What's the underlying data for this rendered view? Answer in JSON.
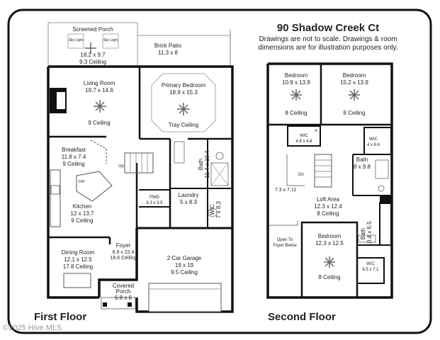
{
  "address": "90 Shadow Creek Ct",
  "disclaimer": [
    "Drawings are not to scale. Drawings & room",
    "dimensions are for illustration purposes only."
  ],
  "floor_labels": {
    "first": "First Floor",
    "second": "Second Floor"
  },
  "copyright": "©2025 Hive MLS",
  "first_floor": {
    "screened_porch": {
      "name": "Screened Porch",
      "dims": "18.2 x 9.7",
      "ceiling": "9.3 Ceiling",
      "skylight": "Sky Light"
    },
    "brick_patio": {
      "name": "Brick Patio",
      "dims": "11.3 x 8"
    },
    "living_room": {
      "name": "Living Room",
      "dims": "19.7 x 14.6",
      "ceiling": "9 Ceiling"
    },
    "primary_bedroom": {
      "name": "Primary Bedroom",
      "dims": "18.9 x 15.3",
      "ceiling": "Tray Ceiling"
    },
    "breakfast": {
      "name": "Breakfast",
      "dims": "11.8 x 7.4",
      "ceiling": "9 Ceiling"
    },
    "stair_up": "Up",
    "bath": {
      "name": "Bath",
      "dims": "11.4 x 10.4"
    },
    "dw": "DW",
    "pwd": {
      "name": "PWD",
      "dims": "6.3 x 3.5"
    },
    "laundry": {
      "name": "Laundry",
      "dims": "5 x 8.3"
    },
    "wic": {
      "name": "WIC",
      "dims": "7 x 8.3"
    },
    "kitchen": {
      "name": "Kitchen",
      "dims": "12 x 13.7",
      "ceiling": "9 Ceiling"
    },
    "foyer": {
      "name": "Foyer",
      "dims": "6.9 x 22.4",
      "ceiling": "18.6 Ceiling"
    },
    "dining_room": {
      "name": "Dining Room",
      "dims": "12.1 x 12.5",
      "ceiling": "17.8 Ceiling"
    },
    "garage": {
      "name": "2 Car Garage",
      "dims": "19 x 19",
      "ceiling": "9.5 Ceiling"
    },
    "covered_porch": {
      "name": "Covered Porch",
      "dims": "6.8 x 6"
    }
  },
  "second_floor": {
    "bedroom_left": {
      "name": "Bedroom",
      "dims": "10.9 x 13.9",
      "ceiling": "8 Ceiling"
    },
    "bedroom_right": {
      "name": "Bedroom",
      "dims": "15.2 x 13.9",
      "ceiling": "8 Ceiling"
    },
    "wic_center": {
      "name": "WIC",
      "dims": "4.8 x 4.8"
    },
    "marker_a": "A",
    "wic_right": {
      "name": "WIC",
      "dims": "4 x 6.6"
    },
    "bath_right": {
      "name": "Bath",
      "dims": "8 x 9.8"
    },
    "stair_down": "Dn",
    "open_dims": "7.3 x 7.11",
    "loft": {
      "name": "Loft Area",
      "dims": "12.3 x 12.4",
      "ceiling": "8 Ceiling"
    },
    "open_to_foyer": [
      "Open To",
      "Foyer Below"
    ],
    "bath_small": {
      "name": "Bath",
      "dims": "10.4 x 6.5"
    },
    "bedroom_bottom": {
      "name": "Bedroom",
      "dims": "12.3 x 12.5",
      "ceiling": "8 Ceiling"
    },
    "wic_bottom": {
      "name": "WIC",
      "dims": "6.5 x 7.1"
    }
  }
}
